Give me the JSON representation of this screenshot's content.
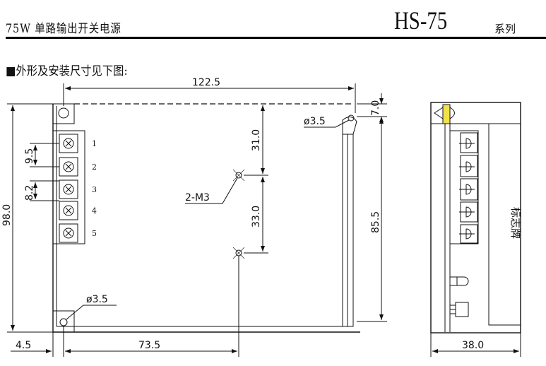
{
  "header": {
    "title": "75W 单路输出开关电源",
    "model": "HS-75",
    "series": "系列"
  },
  "section_title": "■外形及安装尺寸见下图:",
  "front_view": {
    "dims": {
      "width_top": "122.5",
      "height_total": "98.0",
      "pitch_a": "9.5",
      "pitch_b": "8.2",
      "hole_top_offset": "31.0",
      "hole_spacing": "33.0",
      "rail_offset": "7.0",
      "rail_height": "85.5",
      "hole_dia_top": "ø3.5",
      "hole_dia_bottom": "ø3.5",
      "left_offset": "4.5",
      "hole_x": "73.5"
    },
    "mount_label": "2-M3",
    "terminals": [
      "1",
      "2",
      "3",
      "4",
      "5"
    ]
  },
  "side_view": {
    "nameplate": "标志牌",
    "depth": "38.0"
  }
}
